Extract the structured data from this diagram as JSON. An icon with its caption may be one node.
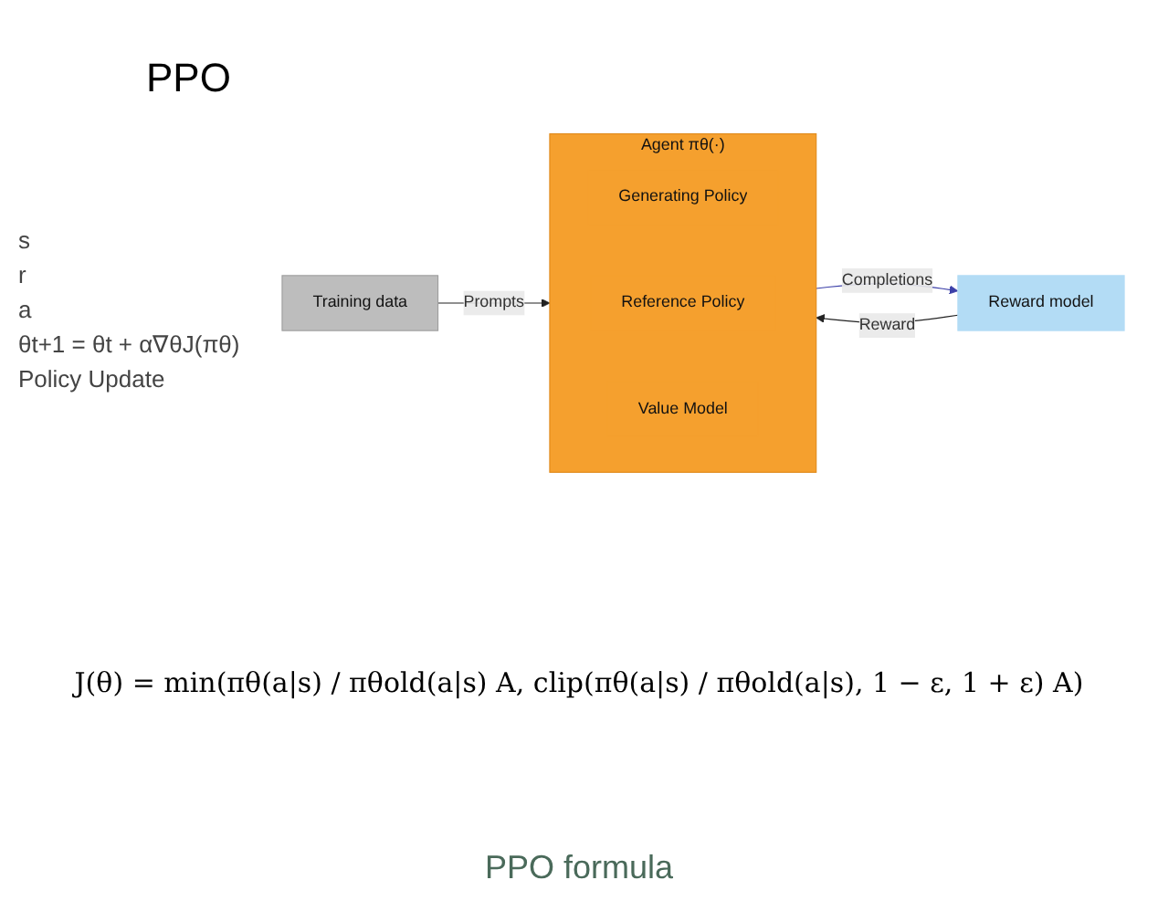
{
  "diagram": {
    "title": "PPO",
    "caption": "PPO formula",
    "nodes": [
      {
        "text": [
          "Reward model"
        ]
      },
      {
        "text": [
          "Training data"
        ]
      },
      {
        "text": [
          "Agent πθ(·)"
        ]
      },
      {
        "text": [
          "Generating Policy"
        ],
        "in": 2
      },
      {
        "text": [
          "Reference Policy"
        ],
        "in": 2
      },
      {
        "text": [
          "Value Model"
        ],
        "in": 2
      }
    ],
    "edges": [
      {
        "from": 1,
        "to": 2,
        "arrow": "to",
        "label": "Prompts"
      },
      {
        "from": 0,
        "to": 2,
        "arrow": "to",
        "label": "Reward"
      },
      {
        "from": 2,
        "to": 0,
        "arrow": "to",
        "label": "Completions",
        "color": "#3b3fa8"
      }
    ],
    "labels": [
      "s",
      "r",
      "a",
      "θt+1 = θt + α∇θJ(πθ)",
      "Policy Update",
      "J(θ) = min(πθ(a|s) / πθold(a|s) A, clip(πθ(a|s) / πθold(a|s), 1 − ε, 1 + ε) A)"
    ]
  }
}
